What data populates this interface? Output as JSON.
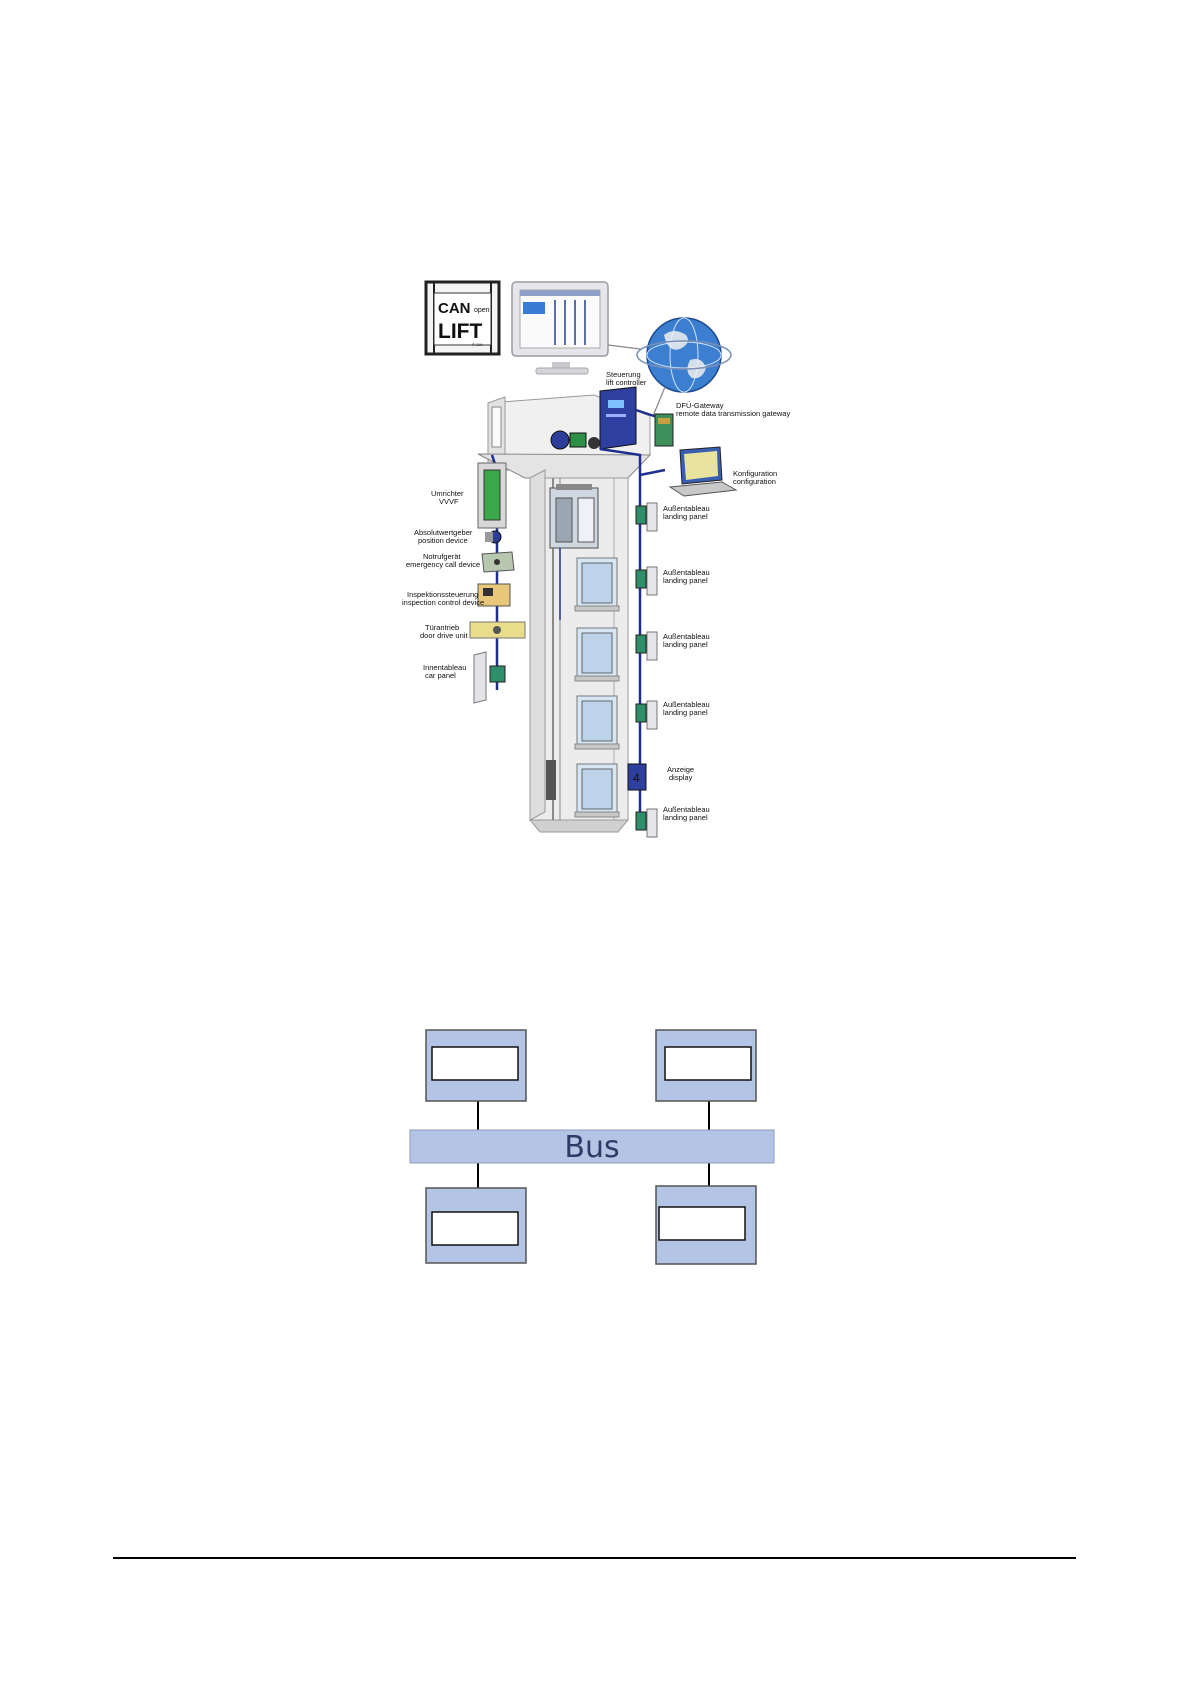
{
  "figure1": {
    "logo": {
      "can": "CAN",
      "open": "open",
      "lift": "LIFT",
      "mark": "© CiA"
    },
    "labels": {
      "steuerung_de": "Steuerung",
      "steuerung_en": "lift controller",
      "gateway_de": "DFÜ-Gateway",
      "gateway_en": "remote data transmission gateway",
      "konfig_de": "Konfiguration",
      "konfig_en": "configuration",
      "umrichter_de": "Umrichter",
      "umrichter_en": "VVVF",
      "absolut_de": "Absolutwertgeber",
      "absolut_en": "position  device",
      "notruf_de": "Notrufgerät",
      "notruf_en": "emergency call device",
      "inspektion_de": "Inspektionssteuerung",
      "inspektion_en": "inspection control device",
      "tuer_de": "Türantrieb",
      "tuer_en": "door drive unit",
      "innen_de": "Innentableau",
      "innen_en": "car panel",
      "aussen_de": "Außentableau",
      "aussen_en": "landing panel",
      "anzeige_de": "Anzeige",
      "anzeige_en": "display"
    }
  },
  "figure2": {
    "bus_label": "Bus"
  },
  "colors": {
    "node_fill": "#b4c4e4",
    "bus_fill": "#b4c4e4",
    "line": "#000000",
    "cable": "#1f2f8f"
  }
}
